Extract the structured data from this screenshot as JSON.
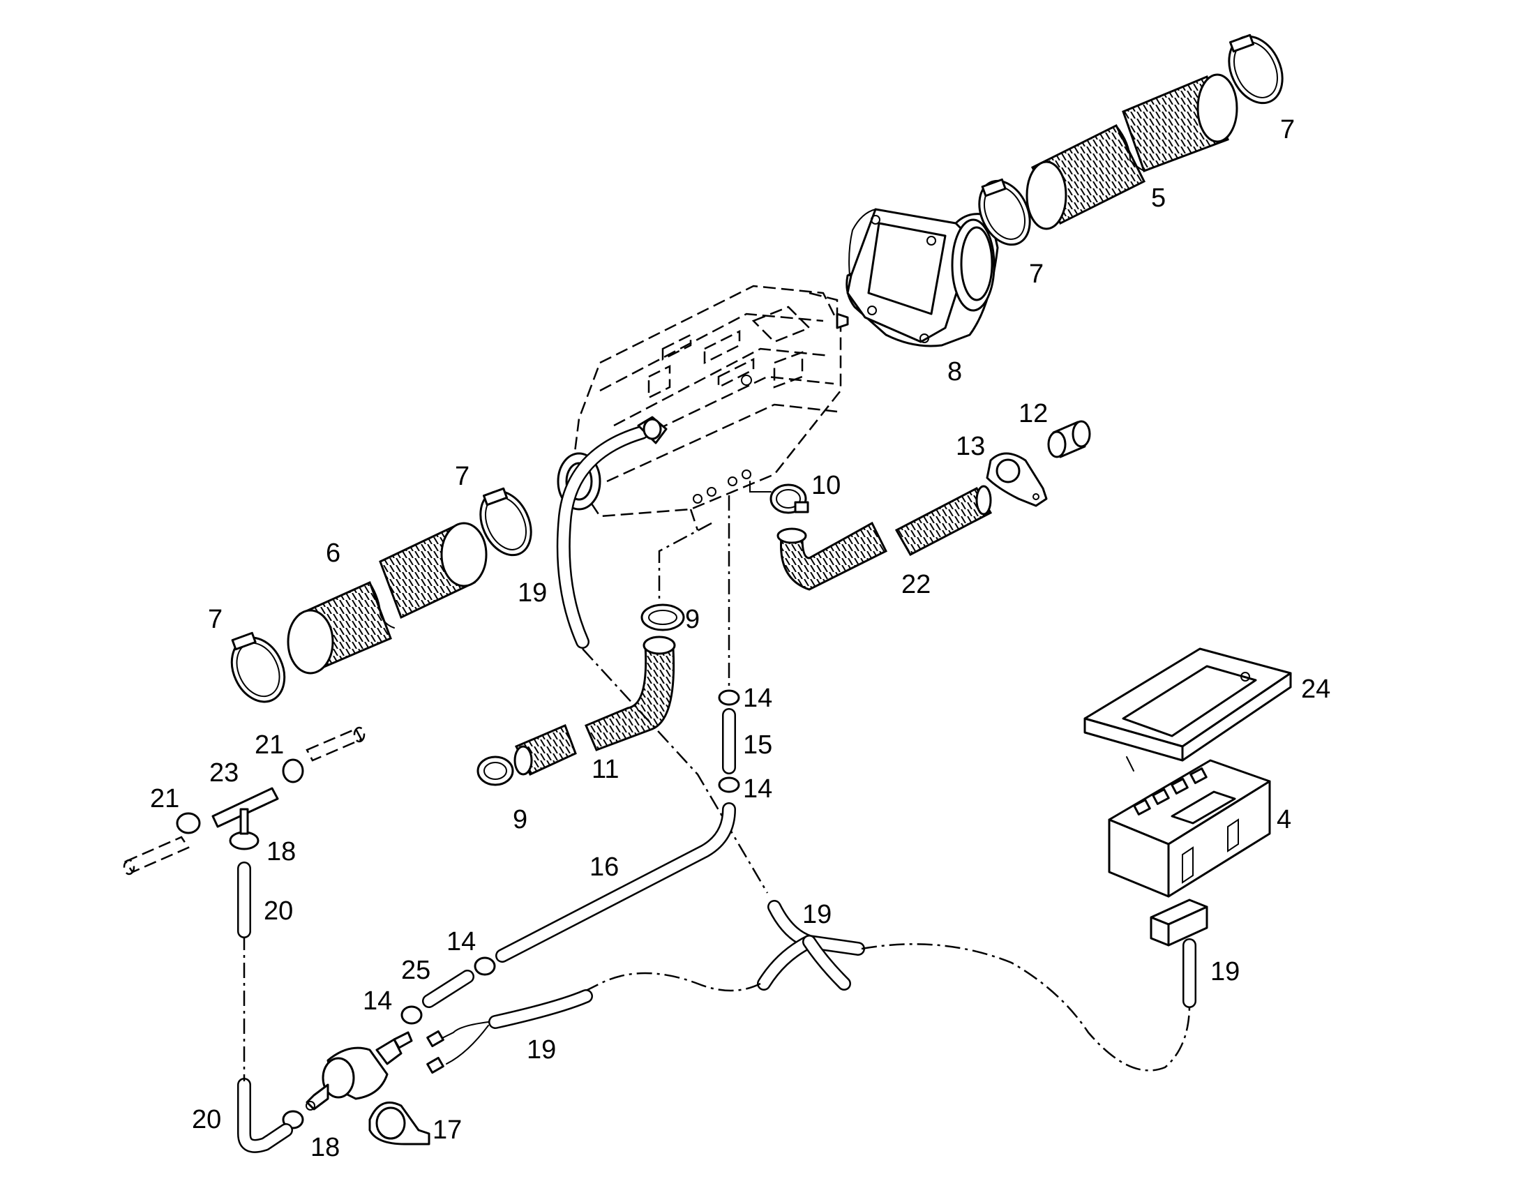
{
  "diagram": {
    "labels": [
      {
        "id": "l7a",
        "text": "7"
      },
      {
        "id": "l5",
        "text": "5"
      },
      {
        "id": "l7b",
        "text": "7"
      },
      {
        "id": "l8",
        "text": "8"
      },
      {
        "id": "l12",
        "text": "12"
      },
      {
        "id": "l13",
        "text": "13"
      },
      {
        "id": "l10",
        "text": "10"
      },
      {
        "id": "l7c",
        "text": "7"
      },
      {
        "id": "l6",
        "text": "6"
      },
      {
        "id": "l7d",
        "text": "7"
      },
      {
        "id": "l19a",
        "text": "19"
      },
      {
        "id": "l9a",
        "text": "9"
      },
      {
        "id": "l22",
        "text": "22"
      },
      {
        "id": "l14a",
        "text": "14"
      },
      {
        "id": "l15",
        "text": "15"
      },
      {
        "id": "l14b",
        "text": "14"
      },
      {
        "id": "l11",
        "text": "11"
      },
      {
        "id": "l9b",
        "text": "9"
      },
      {
        "id": "l21a",
        "text": "21"
      },
      {
        "id": "l23",
        "text": "23"
      },
      {
        "id": "l21b",
        "text": "21"
      },
      {
        "id": "l18a",
        "text": "18"
      },
      {
        "id": "l20a",
        "text": "20"
      },
      {
        "id": "l16",
        "text": "16"
      },
      {
        "id": "l19b",
        "text": "19"
      },
      {
        "id": "l14c",
        "text": "14"
      },
      {
        "id": "l25",
        "text": "25"
      },
      {
        "id": "l14d",
        "text": "14"
      },
      {
        "id": "l19c",
        "text": "19"
      },
      {
        "id": "l19d",
        "text": "19"
      },
      {
        "id": "l24",
        "text": "24"
      },
      {
        "id": "l4",
        "text": "4"
      },
      {
        "id": "l20b",
        "text": "20"
      },
      {
        "id": "l18b",
        "text": "18"
      },
      {
        "id": "l17",
        "text": "17"
      }
    ]
  }
}
